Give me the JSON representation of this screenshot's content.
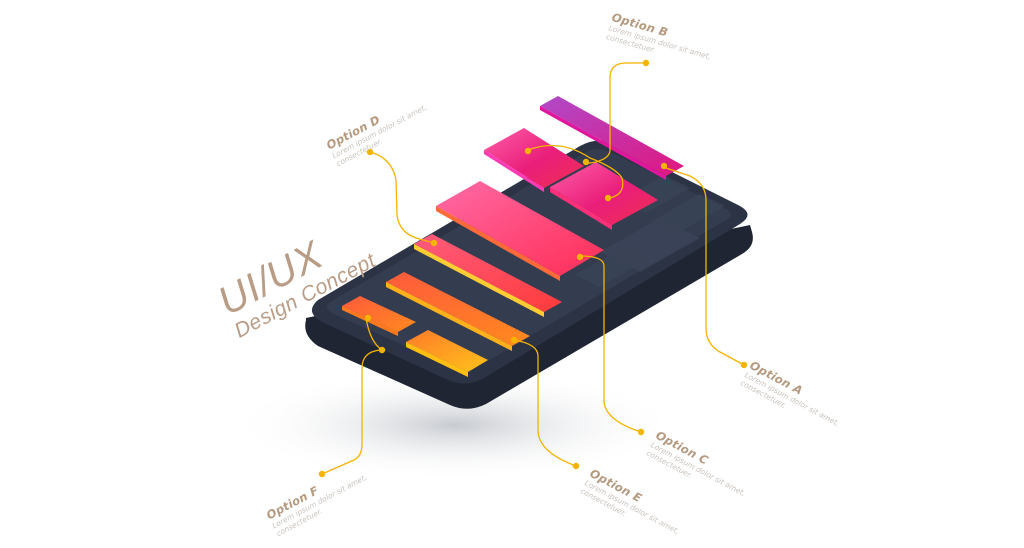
{
  "headline": {
    "line1": "UI/UX",
    "line2": "Design Concept"
  },
  "options": [
    {
      "key": "A",
      "title": "Option A",
      "text": "Lorem ipsum dolor sit amet, consectetuer."
    },
    {
      "key": "B",
      "title": "Option B",
      "text": "Lorem ipsum dolor sit amet, consectetuer."
    },
    {
      "key": "C",
      "title": "Option C",
      "text": "Lorem ipsum dolor sit amet, consectetuer."
    },
    {
      "key": "D",
      "title": "Option D",
      "text": "Lorem ipsum dolor sit amet, consectetuer."
    },
    {
      "key": "E",
      "title": "Option E",
      "text": "Lorem ipsum dolor sit amet, consectetuer."
    },
    {
      "key": "F",
      "title": "Option F",
      "text": "Lorem ipsum dolor sit amet, consectetuer."
    }
  ],
  "colors": {
    "phone": "#2c3345",
    "screen": "#333b4f",
    "accent_line": "#f5b400",
    "text": "#b59a80"
  }
}
